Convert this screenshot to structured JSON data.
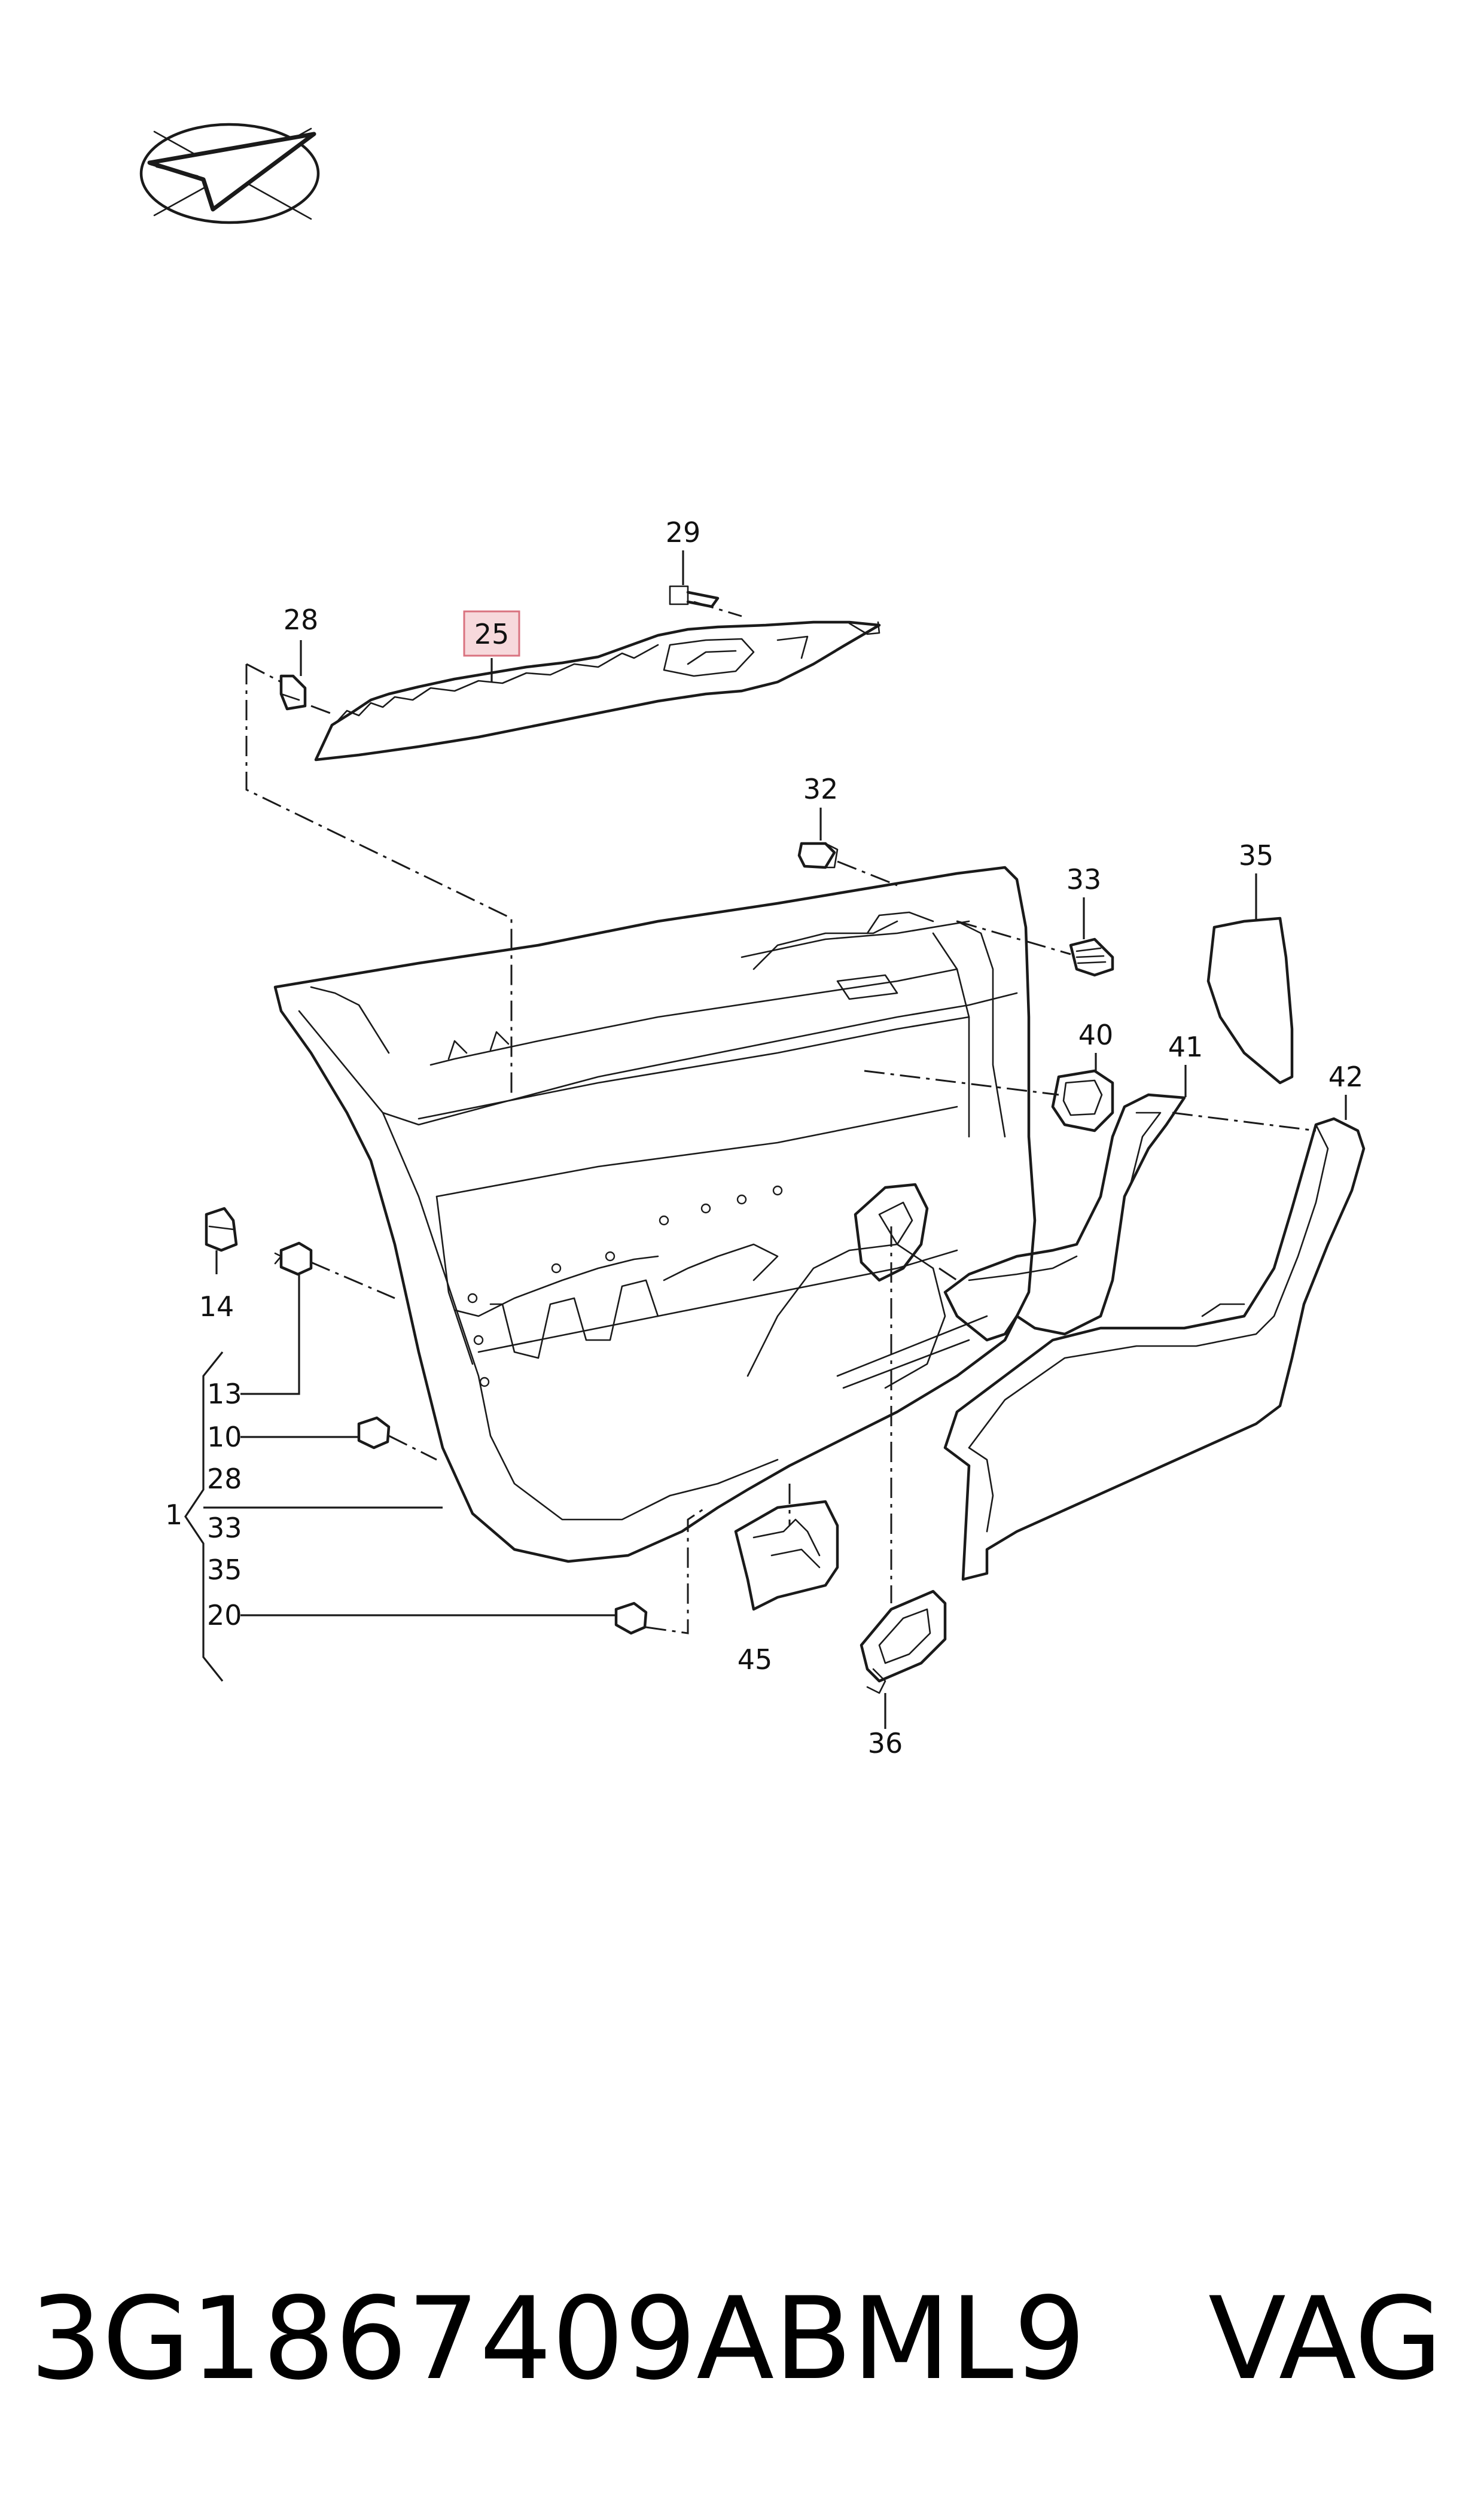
{
  "colors": {
    "line": "#1a1a1a",
    "highlight_fill": "#f7d9dc",
    "highlight_stroke": "#d9727f",
    "background": "#ffffff"
  },
  "logo": {
    "icon": "paper-plane-logo-icon"
  },
  "callouts": {
    "c28": "28",
    "c25": "25",
    "c29": "29",
    "c32": "32",
    "c33": "33",
    "c35": "35",
    "c40": "40",
    "c41": "41",
    "c42": "42",
    "c14": "14",
    "c13": "13",
    "c10": "10",
    "c20": "20",
    "c45": "45",
    "c36": "36"
  },
  "bracket_group": {
    "parent": "1",
    "children": [
      "13",
      "10",
      "28",
      "33",
      "35",
      "20"
    ]
  },
  "highlighted_callout": "25",
  "footer": {
    "part_number": "3G1867409ABML9",
    "brand": "VAG"
  }
}
